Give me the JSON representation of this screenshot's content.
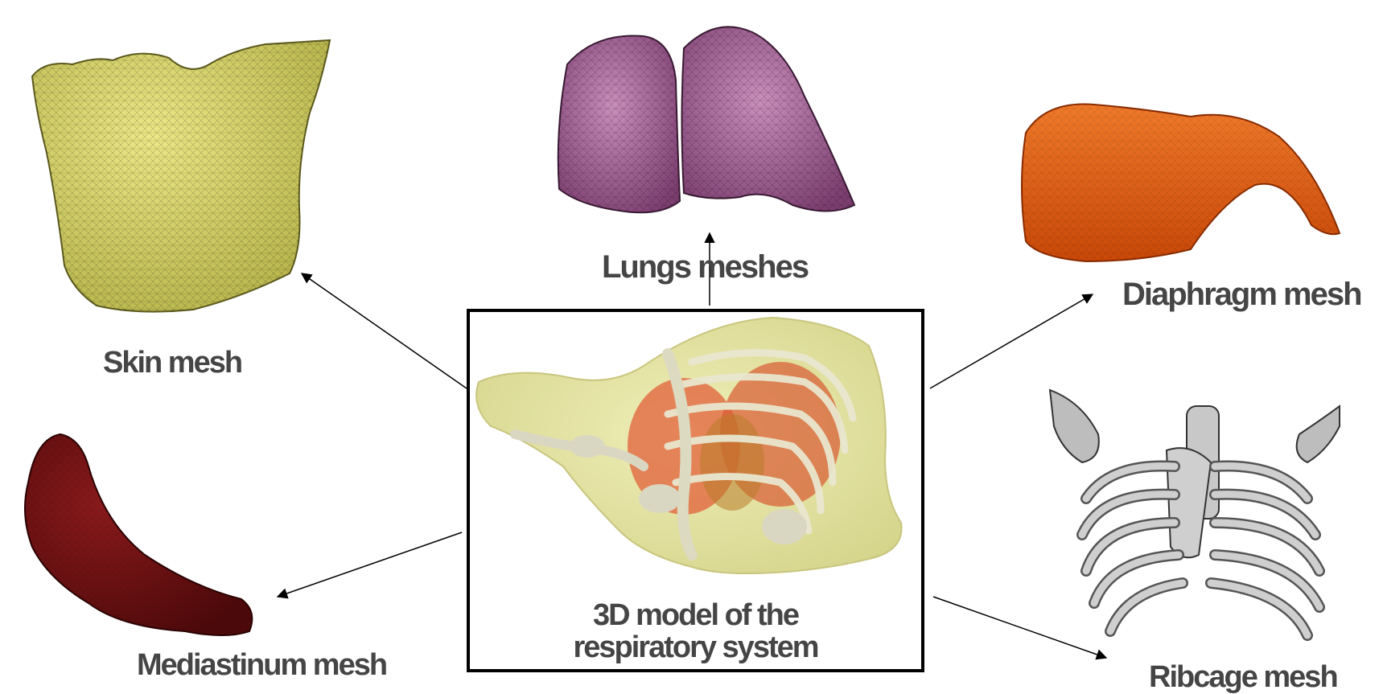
{
  "labels": {
    "skin": "Skin mesh",
    "lungs": "Lungs meshes",
    "diaphragm": "Diaphragm mesh",
    "ribcage": "Ribcage mesh",
    "mediastinum": "Mediastinum mesh",
    "center_line1": "3D model of the",
    "center_line2": "respiratory system"
  },
  "colors": {
    "skin": "#d8d46a",
    "lungs": "#a7679a",
    "diaphragm": "#e8580f",
    "ribcage": "#bdbdbd",
    "mediastinum": "#6b0f10",
    "label_text": "#454545"
  }
}
